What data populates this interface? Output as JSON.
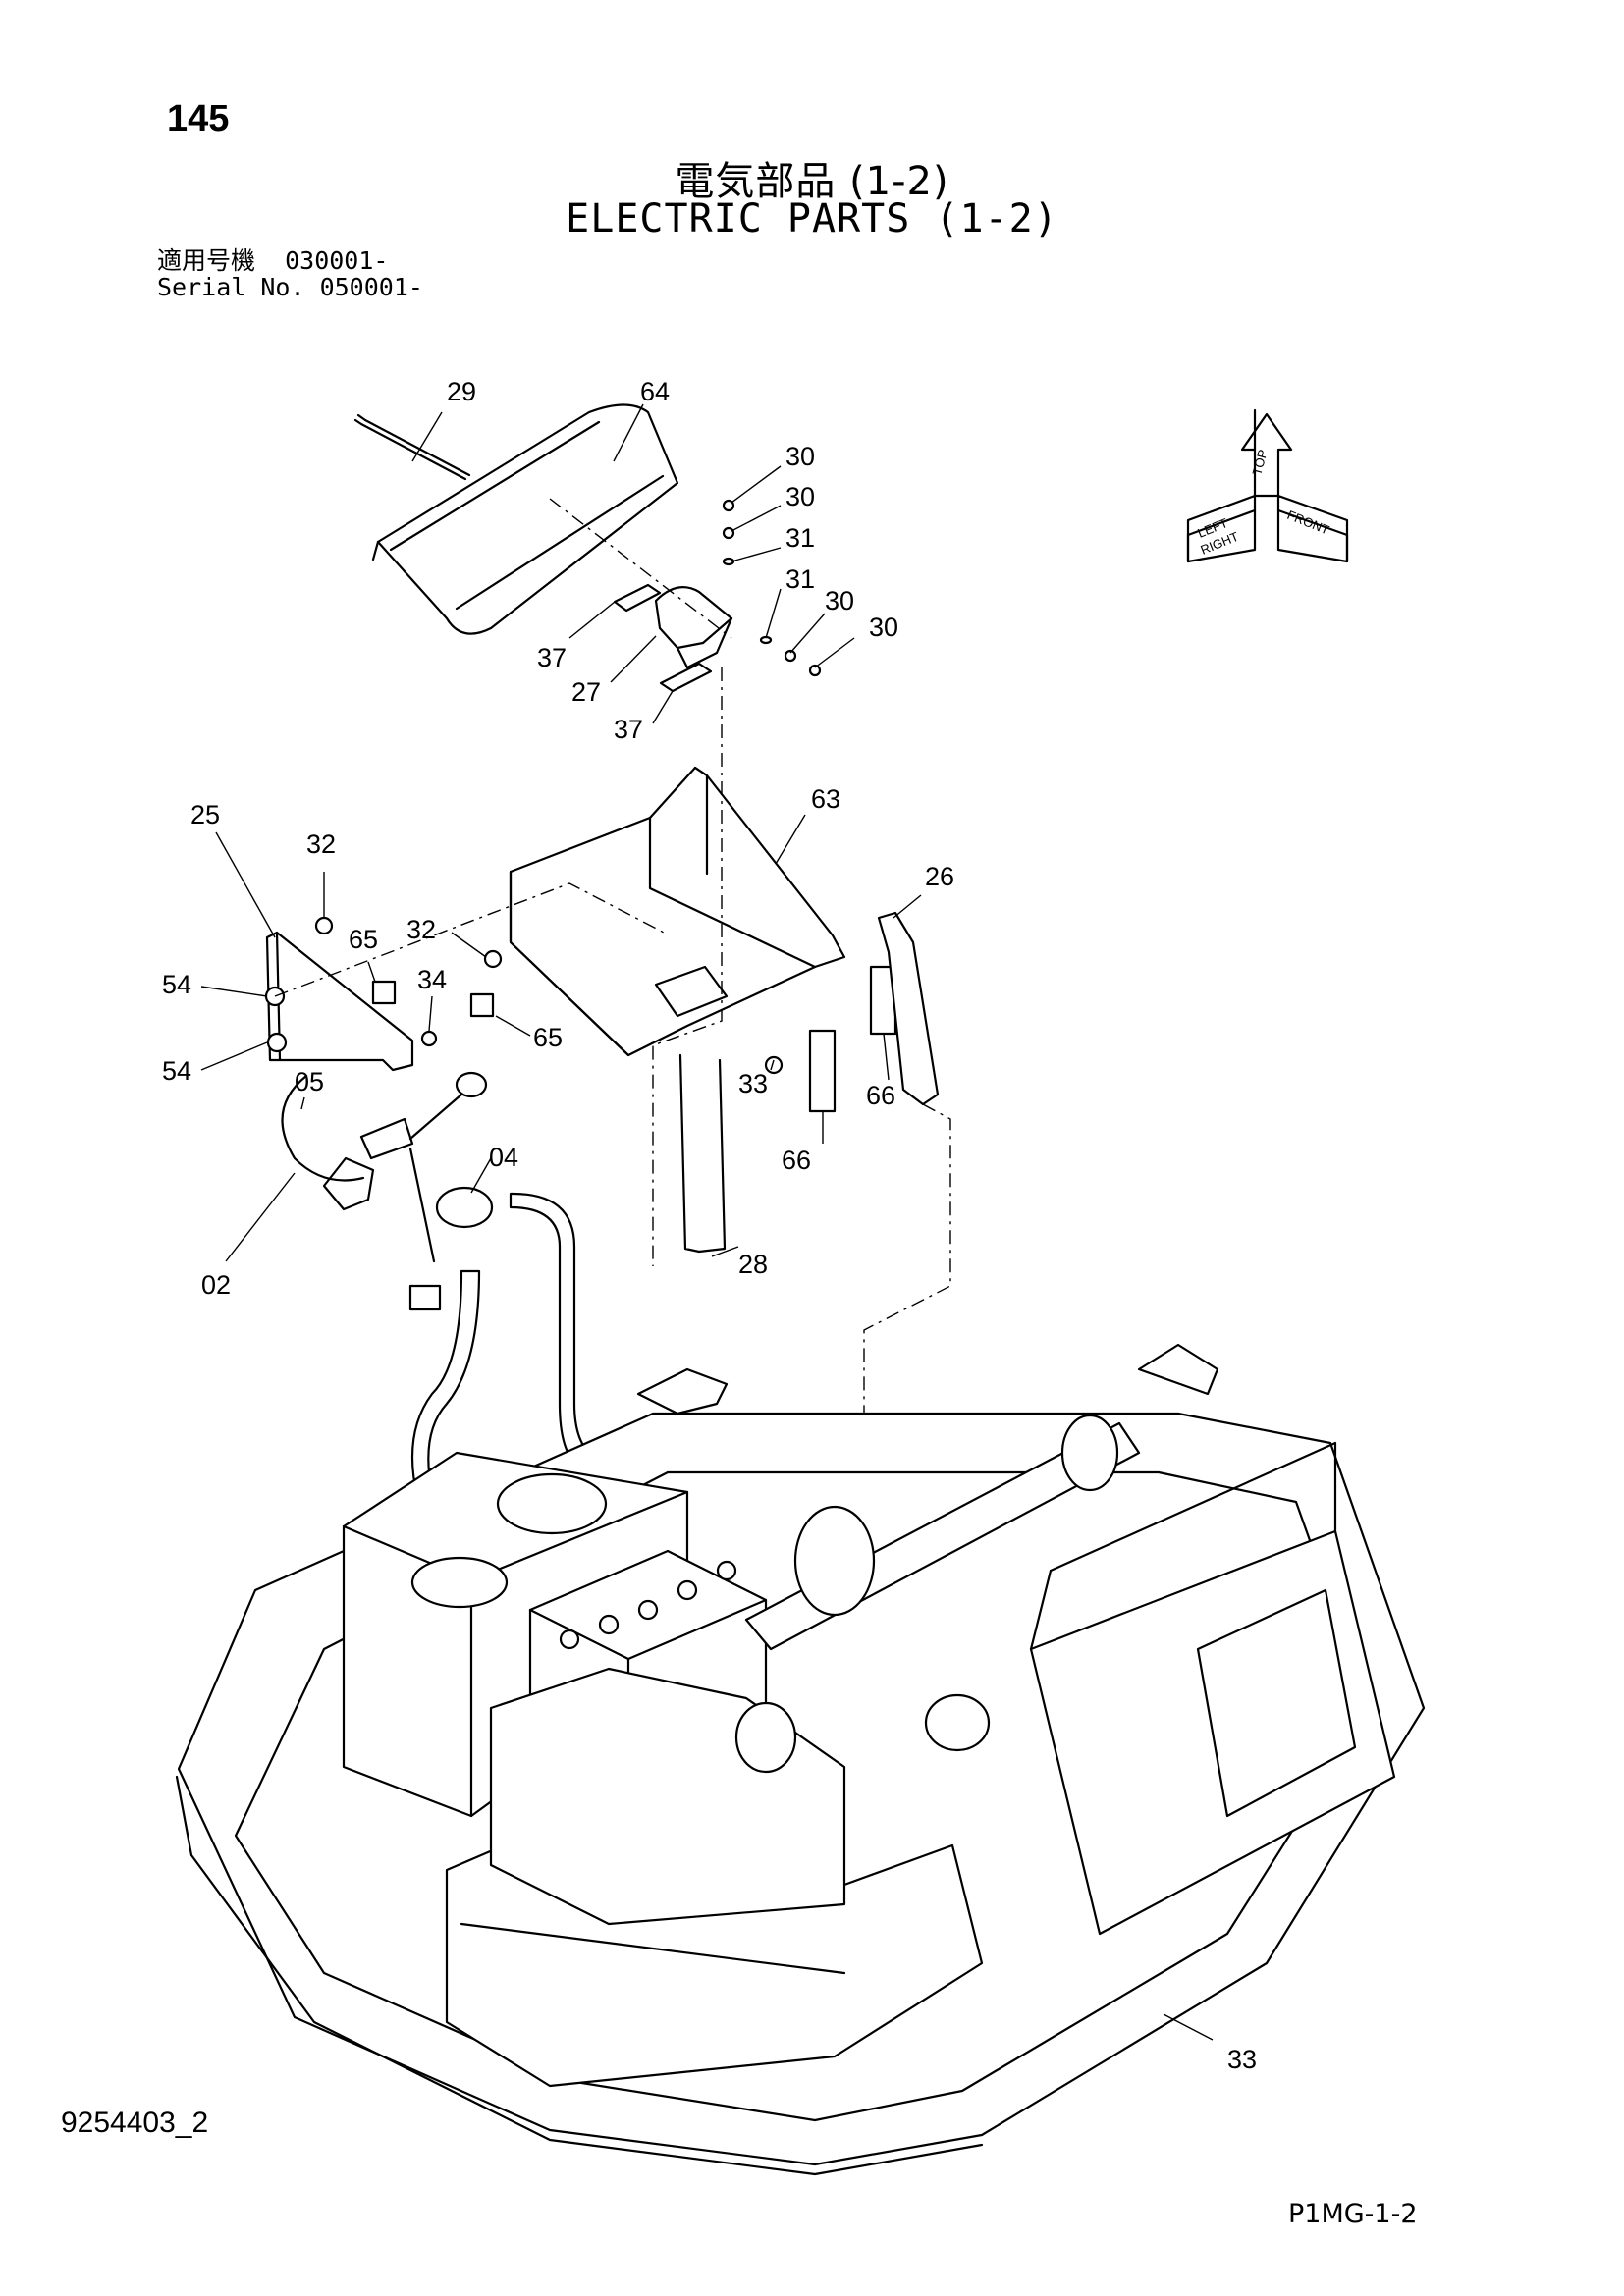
{
  "page_number": "145",
  "title_jp": "電気部品 (1-2)",
  "title_en": "ELECTRIC PARTS (1-2)",
  "serial_jp": "適用号機  030001-",
  "serial_en": "Serial No. 050001-",
  "doc_id": "9254403_2",
  "sheet_code": "P1MG-1-2",
  "orientation_labels": {
    "top": "TOP",
    "left": "LEFT",
    "right": "RIGHT",
    "front": "FRONT"
  },
  "callouts": [
    {
      "id": "c-29",
      "label": "29"
    },
    {
      "id": "c-64",
      "label": "64"
    },
    {
      "id": "c-30a",
      "label": "30"
    },
    {
      "id": "c-30b",
      "label": "30"
    },
    {
      "id": "c-31a",
      "label": "31"
    },
    {
      "id": "c-31b",
      "label": "31"
    },
    {
      "id": "c-30c",
      "label": "30"
    },
    {
      "id": "c-30d",
      "label": "30"
    },
    {
      "id": "c-37a",
      "label": "37"
    },
    {
      "id": "c-27",
      "label": "27"
    },
    {
      "id": "c-37b",
      "label": "37"
    },
    {
      "id": "c-63",
      "label": "63"
    },
    {
      "id": "c-25",
      "label": "25"
    },
    {
      "id": "c-32a",
      "label": "32"
    },
    {
      "id": "c-26",
      "label": "26"
    },
    {
      "id": "c-32b",
      "label": "32"
    },
    {
      "id": "c-65a",
      "label": "65"
    },
    {
      "id": "c-54a",
      "label": "54"
    },
    {
      "id": "c-34",
      "label": "34"
    },
    {
      "id": "c-65b",
      "label": "65"
    },
    {
      "id": "c-54b",
      "label": "54"
    },
    {
      "id": "c-05",
      "label": "05"
    },
    {
      "id": "c-33a",
      "label": "33"
    },
    {
      "id": "c-66a",
      "label": "66"
    },
    {
      "id": "c-04",
      "label": "04"
    },
    {
      "id": "c-66b",
      "label": "66"
    },
    {
      "id": "c-02",
      "label": "02"
    },
    {
      "id": "c-28",
      "label": "28"
    },
    {
      "id": "c-33b",
      "label": "33"
    }
  ]
}
